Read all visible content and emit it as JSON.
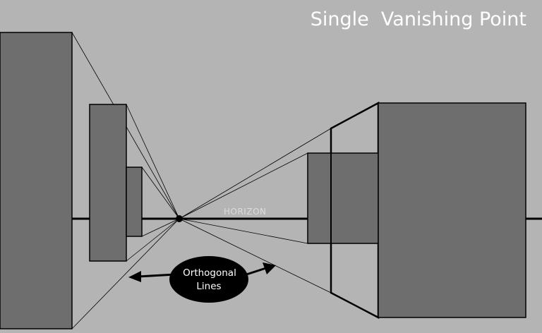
{
  "title": "Single  Vanishing Point",
  "horizon_label": "HORIZON",
  "callout": {
    "line1": "Orthogonal",
    "line2": "Lines"
  },
  "colors": {
    "background": "#b4b4b4",
    "block_fill": "#6e6e6e",
    "line": "#000000",
    "title_text": "#ffffff",
    "horizon_text": "#dcdcdc"
  }
}
